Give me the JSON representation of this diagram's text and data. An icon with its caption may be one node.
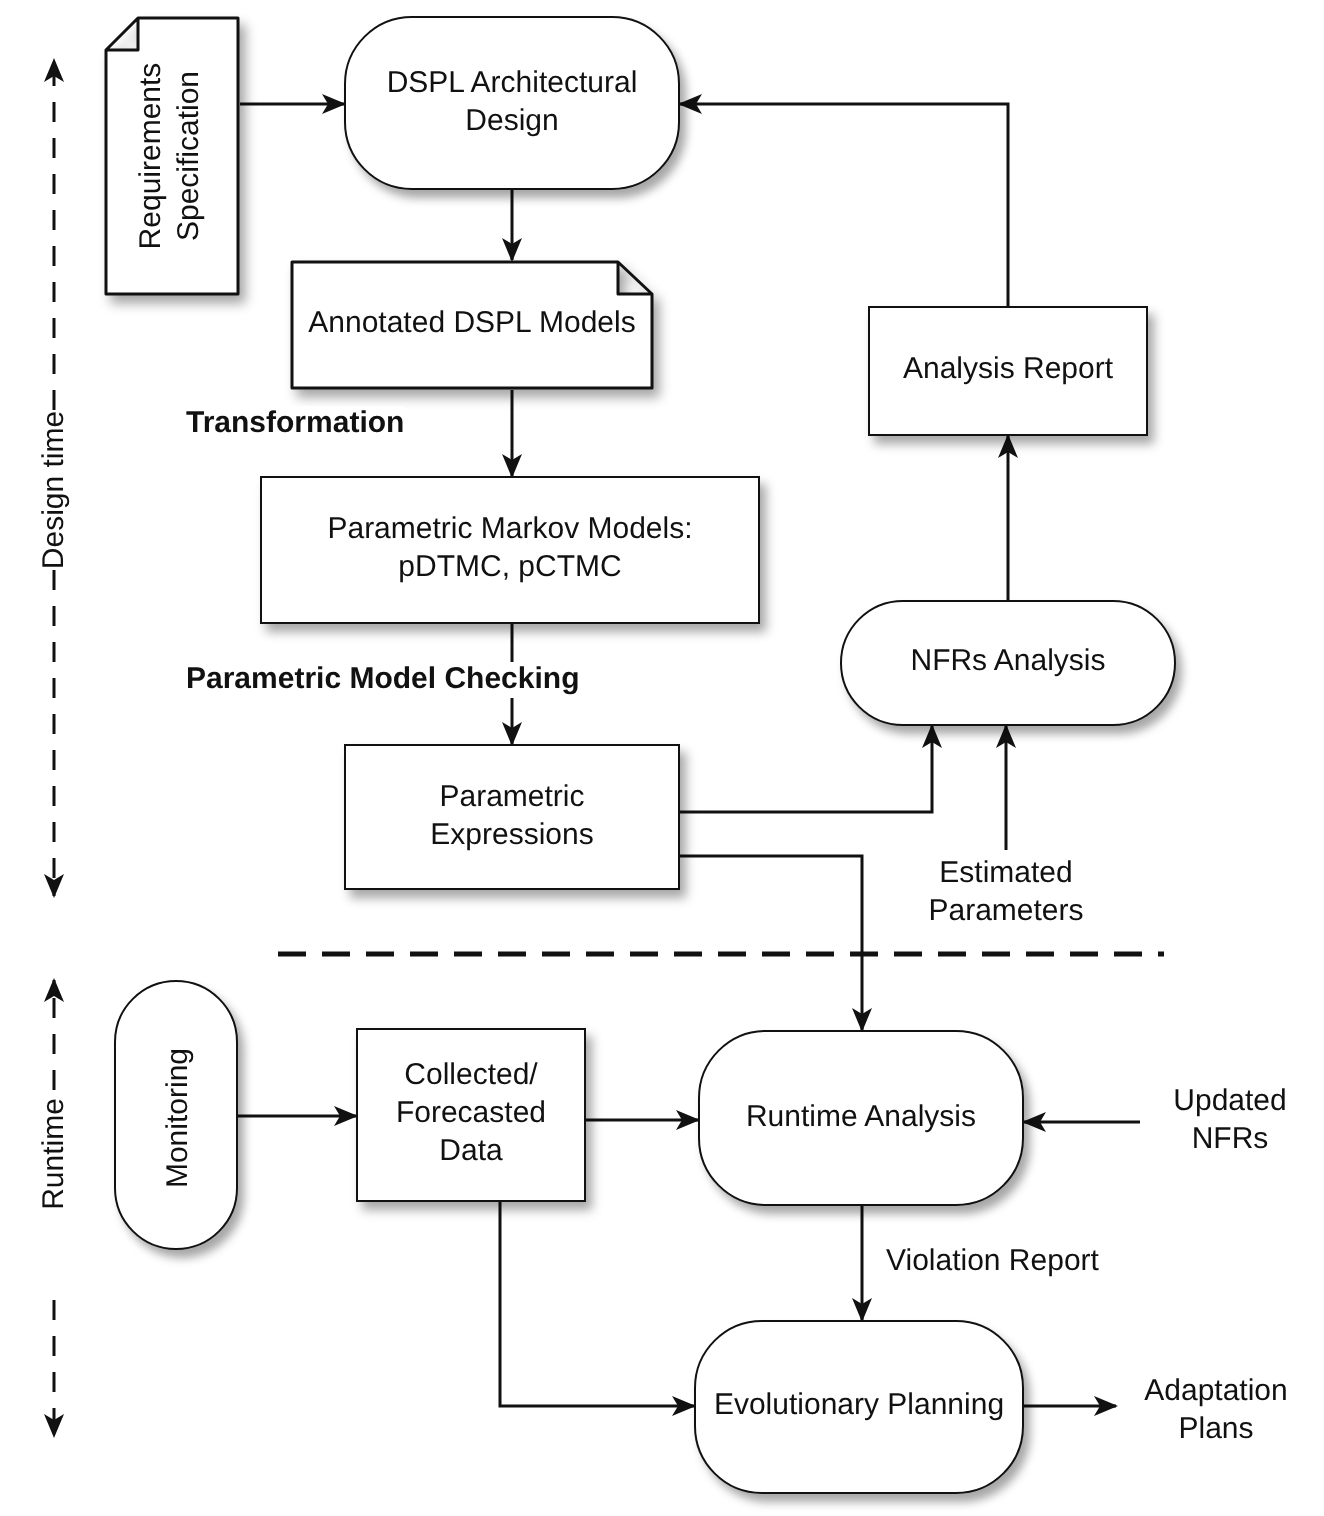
{
  "diagram": {
    "nodes": [
      {
        "text": [
          "Requirements Specification"
        ]
      },
      {
        "text": [
          "DSPL Architectural Design"
        ]
      },
      {
        "text": [
          "Annotated DSPL Models"
        ]
      },
      {
        "text": [
          "Parametric Markov Models: pDTMC, pCTMC"
        ]
      },
      {
        "text": [
          "Parametric Expressions"
        ]
      },
      {
        "text": [
          "Analysis Report"
        ]
      },
      {
        "text": [
          "NFRs Analysis"
        ]
      },
      {
        "text": [
          "Estimated Parameters"
        ]
      },
      {
        "text": [
          "Monitoring"
        ]
      },
      {
        "text": [
          "Collected/ Forecasted Data"
        ]
      },
      {
        "text": [
          "Runtime Analysis"
        ]
      },
      {
        "text": [
          "Updated NFRs"
        ]
      },
      {
        "text": [
          "Evolutionary Planning"
        ]
      },
      {
        "text": [
          "Adaptation Plans"
        ]
      }
    ],
    "edges": [
      {
        "from": 0,
        "to": 1,
        "arrow": "to"
      },
      {
        "from": 5,
        "to": 1,
        "arrow": "to"
      },
      {
        "from": 1,
        "to": 2,
        "arrow": "to"
      },
      {
        "from": 2,
        "to": 3,
        "arrow": "to",
        "label": "Transformation"
      },
      {
        "from": 3,
        "to": 4,
        "arrow": "to",
        "label": "Parametric Model Checking"
      },
      {
        "from": 4,
        "to": 6,
        "arrow": "to"
      },
      {
        "from": 7,
        "to": 6,
        "arrow": "to"
      },
      {
        "from": 6,
        "to": 5,
        "arrow": "to"
      },
      {
        "from": 4,
        "to": 10,
        "arrow": "to"
      },
      {
        "from": 8,
        "to": 9,
        "arrow": "to"
      },
      {
        "from": 9,
        "to": 10,
        "arrow": "to"
      },
      {
        "from": 11,
        "to": 10,
        "arrow": "to"
      },
      {
        "from": 10,
        "to": 12,
        "arrow": "to",
        "label": "Violation Report"
      },
      {
        "from": 9,
        "to": 12,
        "arrow": "to"
      },
      {
        "from": 12,
        "to": 13,
        "arrow": "to"
      }
    ],
    "labels": [
      "Design time",
      "Runtime"
    ]
  }
}
